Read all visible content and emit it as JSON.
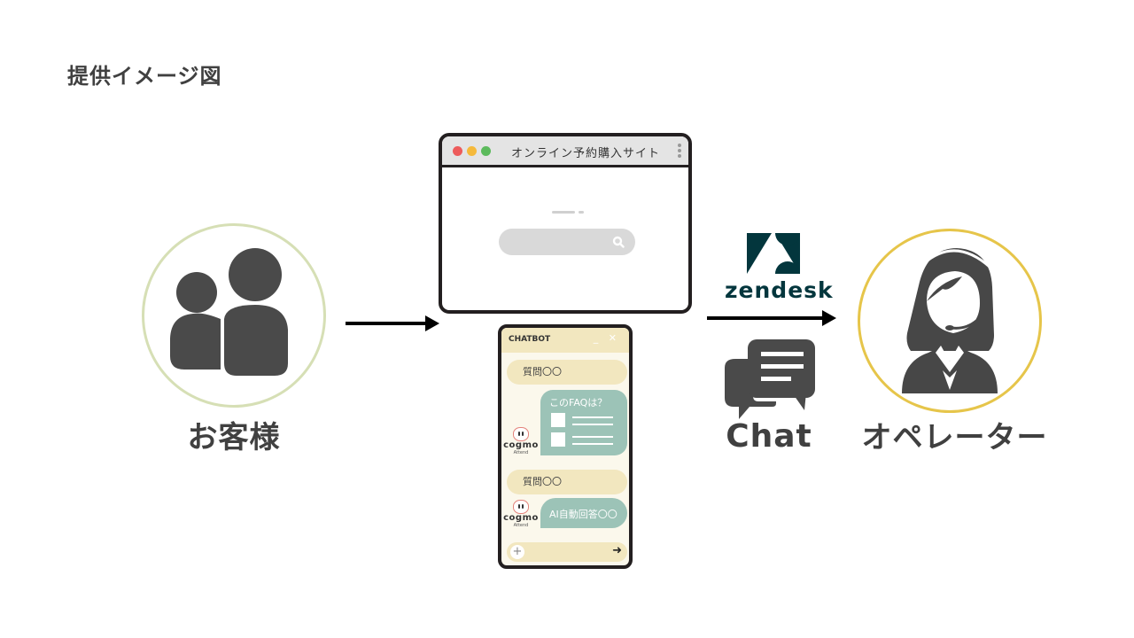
{
  "page": {
    "title": "提供イメージ図"
  },
  "customer": {
    "label": "お客様",
    "icon": "users-icon",
    "circle_color": "#d6dfb5"
  },
  "browser": {
    "title": "オンライン予約購入サイト",
    "window_dots": [
      "#ed5b5b",
      "#f5b93b",
      "#5cba5c"
    ],
    "search_icon": "search-icon"
  },
  "chatbot": {
    "title": "CHATBOT",
    "controls": "_ ✕",
    "messages": [
      {
        "type": "question",
        "text": "質問〇〇"
      },
      {
        "type": "answer",
        "text": "このFAQは？"
      },
      {
        "type": "question",
        "text": "質問〇〇"
      },
      {
        "type": "answer",
        "text": "AI自動回答〇〇"
      }
    ],
    "bot_brand": {
      "name": "cogmo",
      "sub": "Attend"
    },
    "input": {
      "plus": "+",
      "send": "➜"
    }
  },
  "zendesk": {
    "wordmark": "zendesk",
    "color": "#03363d"
  },
  "chat": {
    "label": "Chat",
    "icon": "chat-bubbles-icon"
  },
  "operator": {
    "label": "オペレーター",
    "icon": "operator-headset-icon",
    "circle_color": "#e6c54a"
  }
}
